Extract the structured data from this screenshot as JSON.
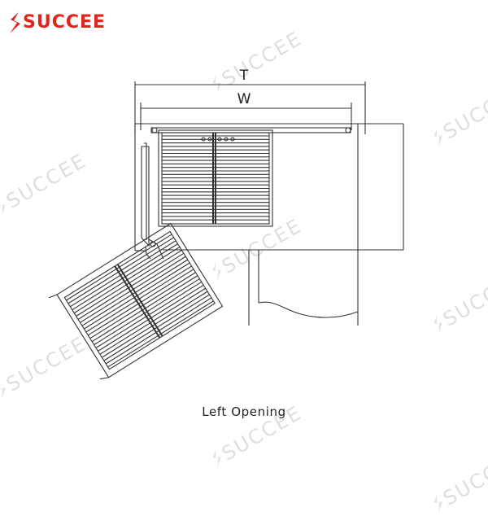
{
  "brand": {
    "name": "SUCCEE",
    "color": "#e1251b",
    "icon": "succee-logo-mark"
  },
  "diagram": {
    "dimension_labels": {
      "outer": "T",
      "inner": "W"
    },
    "caption": "Left Opening",
    "line_color": "#333333"
  },
  "watermark": {
    "text": "SUCCEE",
    "color": "#d9d9d9"
  }
}
